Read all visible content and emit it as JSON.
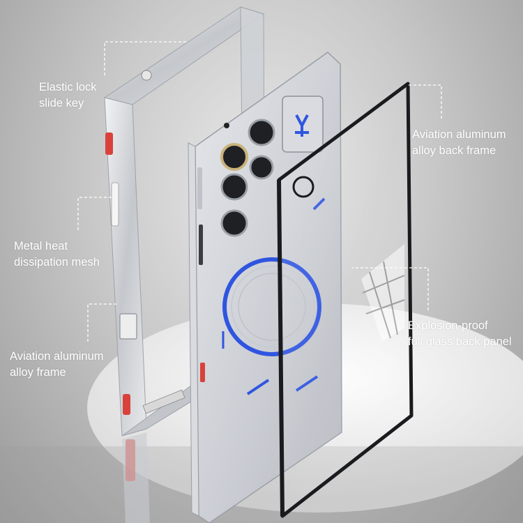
{
  "labels": {
    "elastic_lock": [
      "Elastic lock",
      "slide key"
    ],
    "heat_mesh": [
      "Metal heat",
      "dissipation mesh"
    ],
    "alloy_frame": [
      "Aviation aluminum",
      "alloy frame"
    ],
    "back_frame": [
      "Aviation aluminum",
      "alloy back frame"
    ],
    "glass_panel": [
      "Explosion-proof",
      "full glass back panel"
    ]
  },
  "colors": {
    "background": "#bdbdbd",
    "accent_blue": "#2f55e0",
    "accent_red": "#d8423a",
    "metal": "#d6d8dc",
    "pedestal": "#f4f4f4"
  }
}
